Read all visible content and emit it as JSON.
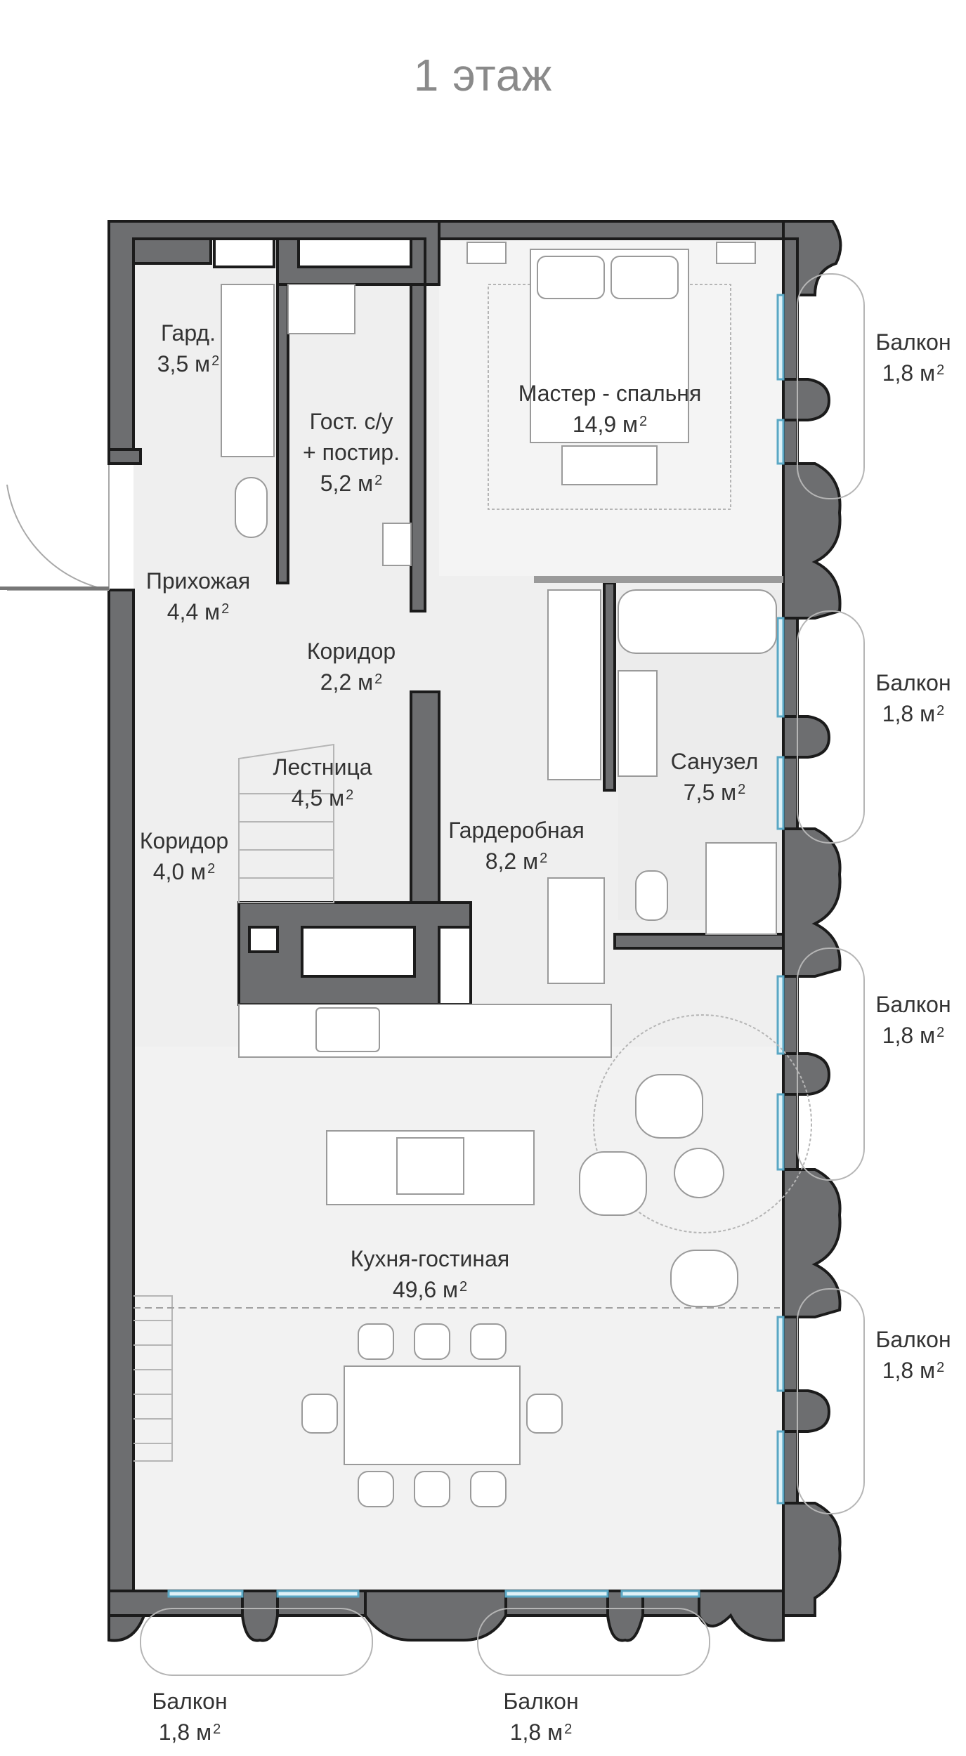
{
  "floor_title": "1 этаж",
  "rooms": [
    {
      "name": "Гард.",
      "area": "3,5 м",
      "unit_sup": "2"
    },
    {
      "name": "Гост. с/у",
      "name2": "+ постир.",
      "area": "5,2 м",
      "unit_sup": "2"
    },
    {
      "name": "Мастер - спальня",
      "area": "14,9 м",
      "unit_sup": "2"
    },
    {
      "name": "Прихожая",
      "area": "4,4 м",
      "unit_sup": "2"
    },
    {
      "name": "Коридор",
      "area": "2,2 м",
      "unit_sup": "2"
    },
    {
      "name": "Лестница",
      "area": "4,5 м",
      "unit_sup": "2"
    },
    {
      "name": "Санузел",
      "area": "7,5 м",
      "unit_sup": "2"
    },
    {
      "name": "Коридор",
      "area": "4,0 м",
      "unit_sup": "2"
    },
    {
      "name": "Гардеробная",
      "area": "8,2 м",
      "unit_sup": "2"
    },
    {
      "name": "Кухня-гостиная",
      "area": "49,6 м",
      "unit_sup": "2"
    }
  ],
  "balconies": [
    {
      "name": "Балкон",
      "area": "1,8 м",
      "unit_sup": "2"
    },
    {
      "name": "Балкон",
      "area": "1,8 м",
      "unit_sup": "2"
    },
    {
      "name": "Балкон",
      "area": "1,8 м",
      "unit_sup": "2"
    },
    {
      "name": "Балкон",
      "area": "1,8 м",
      "unit_sup": "2"
    },
    {
      "name": "Балкон",
      "area": "1,8 м",
      "unit_sup": "2"
    },
    {
      "name": "Балкон",
      "area": "1,8 м",
      "unit_sup": "2"
    }
  ]
}
